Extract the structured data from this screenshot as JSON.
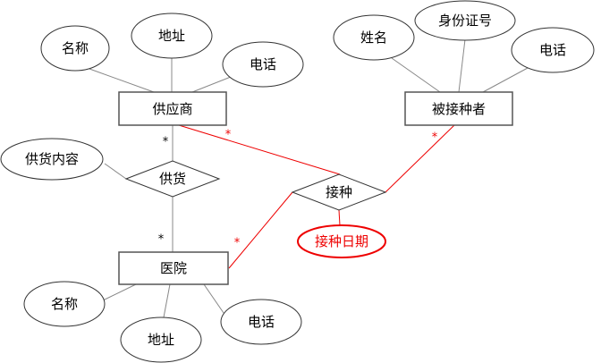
{
  "entities": {
    "supplier": "供应商",
    "vaccinee": "被接种者",
    "hospital": "医院"
  },
  "relationships": {
    "supply": "供货",
    "vaccinate": "接种"
  },
  "attributes": {
    "supplier": [
      "名称",
      "地址",
      "电话"
    ],
    "vaccinee": [
      "姓名",
      "身份证号",
      "电话"
    ],
    "hospital": [
      "名称",
      "地址",
      "电话"
    ],
    "supply": [
      "供货内容"
    ],
    "vaccinate": [
      "接种日期"
    ]
  },
  "cardinality": {
    "star": "*"
  },
  "colors": {
    "highlight": "#e00000",
    "line": "#888888"
  }
}
